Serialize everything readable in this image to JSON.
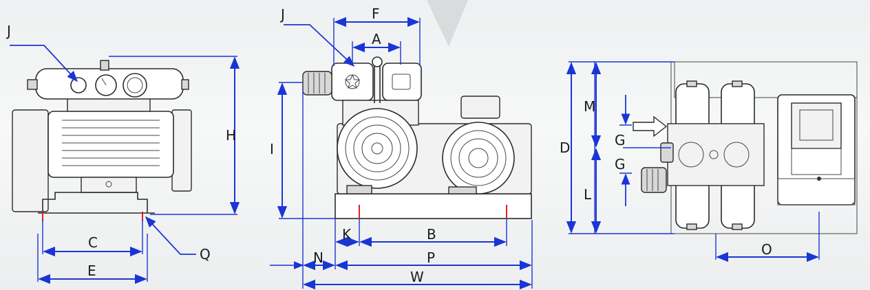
{
  "colors": {
    "dimension_line": "#1a35d6",
    "leader_line": "#1a35d6",
    "marker": "#e02020",
    "drawing_stroke": "#2a2a2a",
    "background": "#eef0f1"
  },
  "views": {
    "side": {
      "labels": {
        "J": "J",
        "H": "H",
        "C": "C",
        "E": "E",
        "Q": "Q"
      }
    },
    "front": {
      "labels": {
        "J": "J",
        "F": "F",
        "A": "A",
        "I": "I",
        "K": "K",
        "B": "B",
        "N": "N",
        "P": "P",
        "W": "W"
      }
    },
    "top": {
      "labels": {
        "D": "D",
        "M": "M",
        "G_upper": "G",
        "G_lower": "G",
        "L": "L",
        "O": "O"
      }
    }
  }
}
